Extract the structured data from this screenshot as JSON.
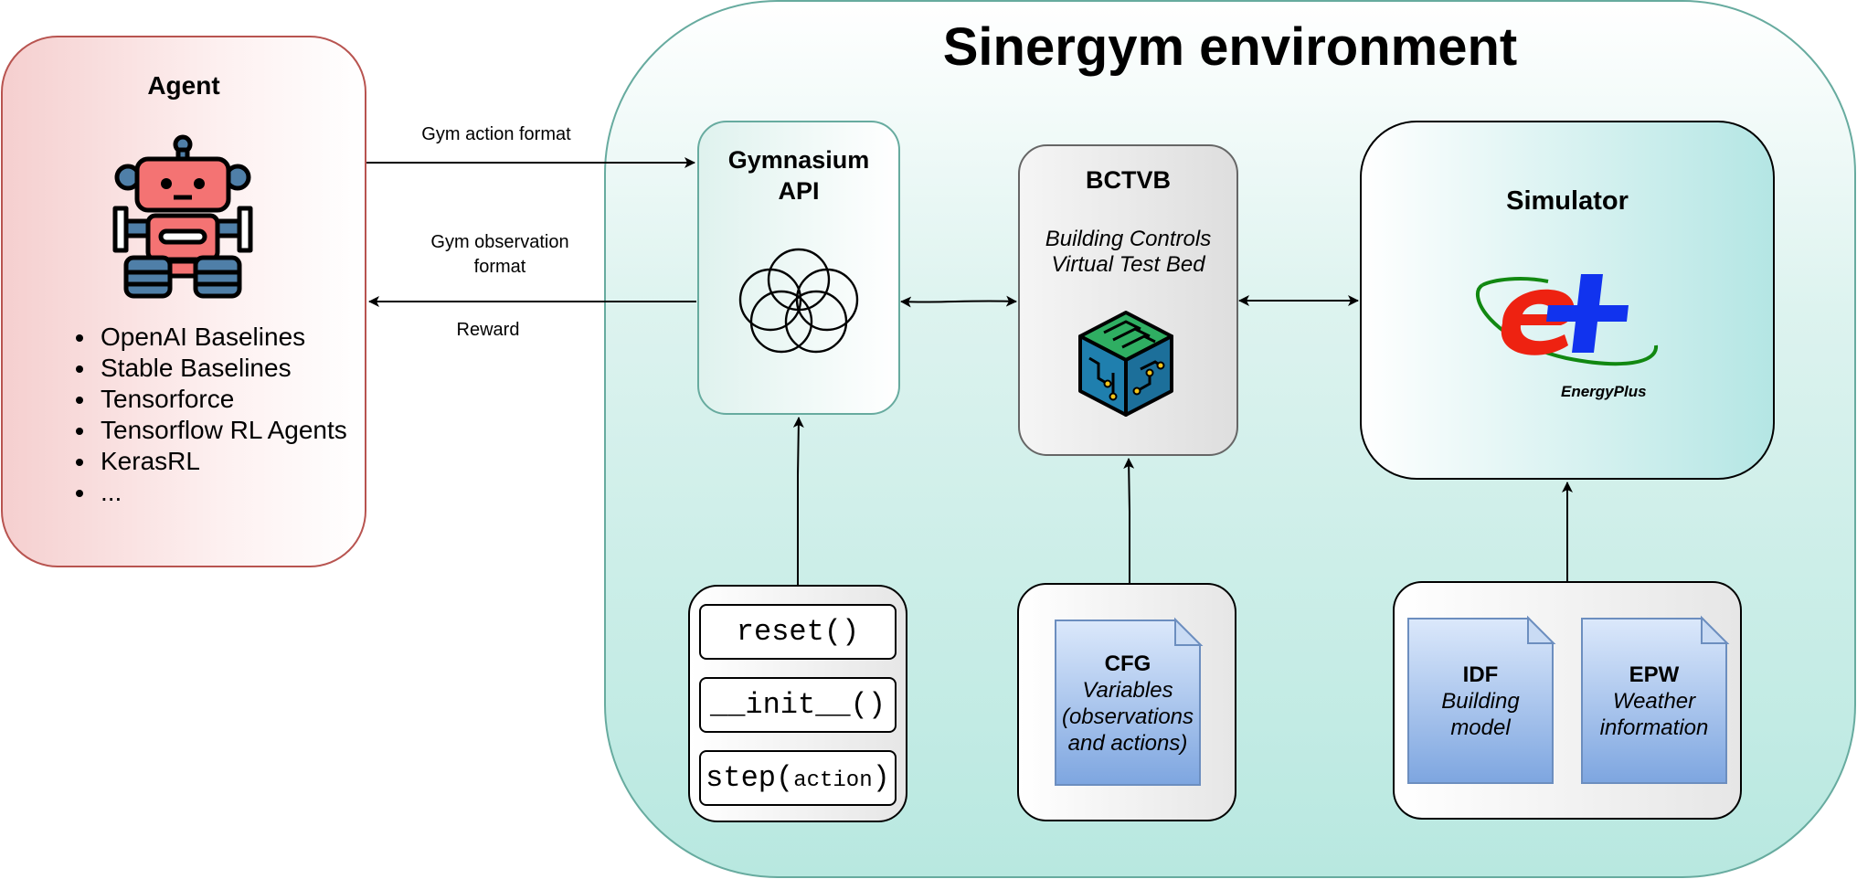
{
  "environment": {
    "title": "Sinergym environment"
  },
  "agent": {
    "title": "Agent",
    "libraries": [
      "OpenAI Baselines",
      "Stable Baselines",
      "Tensorforce",
      "Tensorflow RL Agents",
      "KerasRL",
      "..."
    ]
  },
  "edges": {
    "action": "Gym action format",
    "observation_line1": "Gym observation",
    "observation_line2": "format",
    "reward": "Reward"
  },
  "gymnasium": {
    "title_line1": "Gymnasium",
    "title_line2": "API"
  },
  "bctvb": {
    "title": "BCTVB",
    "subtitle_line1": "Building Controls",
    "subtitle_line2": "Virtual Test Bed"
  },
  "simulator": {
    "title": "Simulator",
    "logo_text": "EnergyPlus"
  },
  "methods": {
    "reset": "reset()",
    "init": "__init__()",
    "step_name": "step(",
    "step_arg": "action",
    "step_close": ")"
  },
  "cfg": {
    "title": "CFG",
    "line1": "Variables",
    "line2": "(observations",
    "line3": "and actions)"
  },
  "idf": {
    "title": "IDF",
    "line1": "Building",
    "line2": "model"
  },
  "epw": {
    "title": "EPW",
    "line1": "Weather",
    "line2": "information"
  },
  "colors": {
    "agent_stroke": "#b85450",
    "agent_fill": "#f8cecc",
    "env_stroke": "#67ab9f",
    "env_fill": "#b8e8e0",
    "doc_fill": "#7ea6e0",
    "doc_stroke": "#6c8ebf",
    "energyplus_red": "#ee2211",
    "energyplus_blue": "#1133ee",
    "energyplus_green": "#118811"
  },
  "icons": [
    "robot-icon",
    "flower-of-life-icon",
    "circuit-cube-icon",
    "energyplus-logo"
  ]
}
